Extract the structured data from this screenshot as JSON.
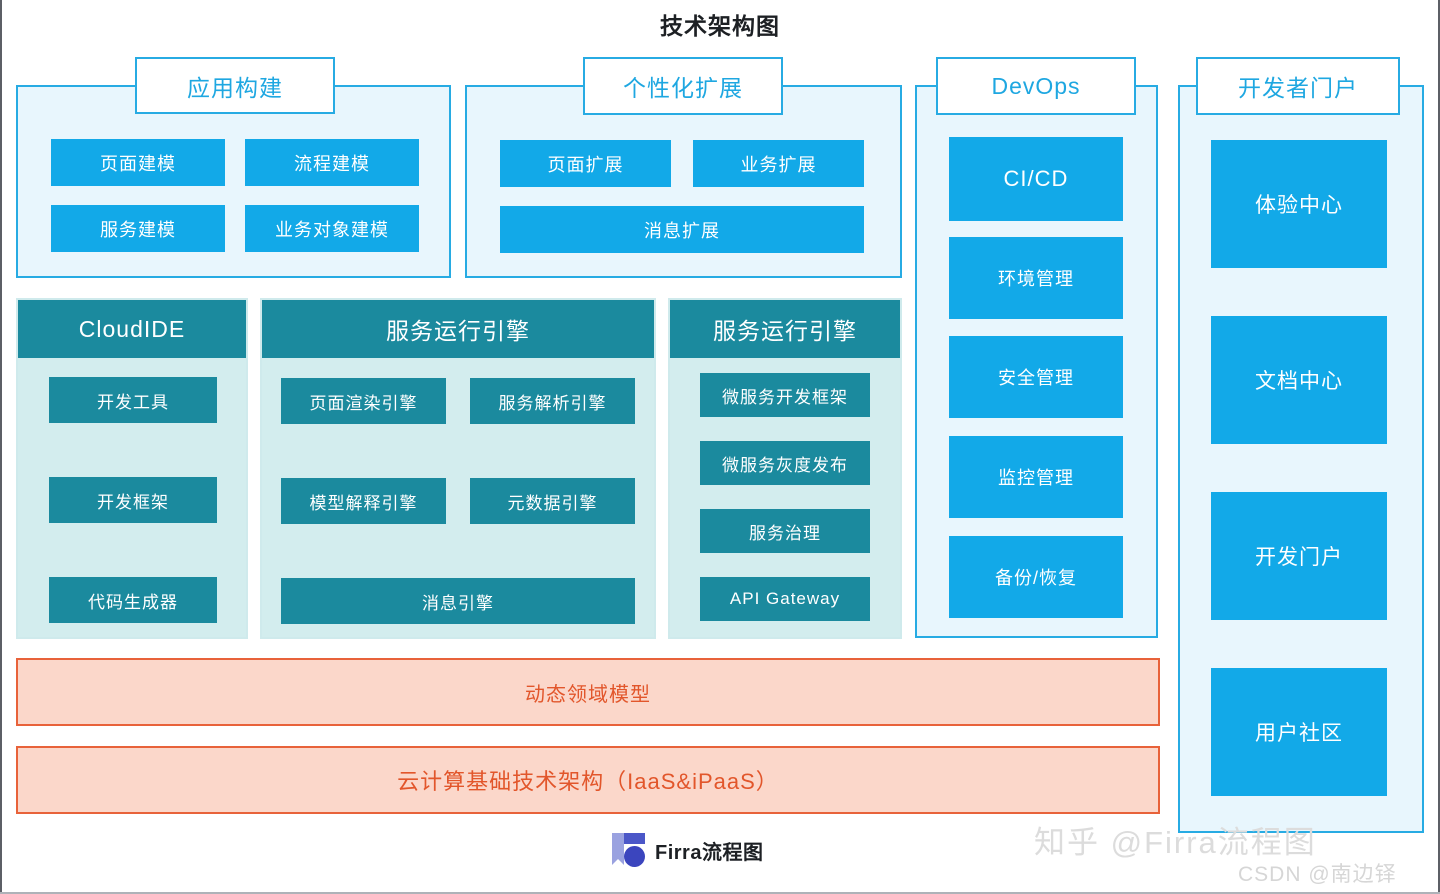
{
  "title": "技术架构图",
  "colors": {
    "blue_tile": "#12A9E8",
    "blue_border": "#27ABE3",
    "blue_panel_fill": "#E8F6FD",
    "teal_tile": "#1B8A9E",
    "teal_panel_fill": "#D3EDEE",
    "orange_fill": "#FBD7CA",
    "orange_border": "#E8623A",
    "orange_text": "#E2562B"
  },
  "panels": {
    "app_build": {
      "title": "应用构建",
      "tiles": [
        "页面建模",
        "流程建模",
        "服务建模",
        "业务对象建模"
      ]
    },
    "personalization": {
      "title": "个性化扩展",
      "tiles": [
        "页面扩展",
        "业务扩展",
        "消息扩展"
      ]
    },
    "devops": {
      "title": "DevOps",
      "tiles": [
        "CI/CD",
        "环境管理",
        "安全管理",
        "监控管理",
        "备份/恢复"
      ]
    },
    "developer_portal": {
      "title": "开发者门户",
      "tiles": [
        "体验中心",
        "文档中心",
        "开发门户",
        "用户社区"
      ]
    },
    "cloudide": {
      "title": "CloudIDE",
      "tiles": [
        "开发工具",
        "开发框架",
        "代码生成器"
      ]
    },
    "service_engine_left": {
      "title": "服务运行引擎",
      "tiles": [
        "页面渲染引擎",
        "服务解析引擎",
        "模型解释引擎",
        "元数据引擎",
        "消息引擎"
      ]
    },
    "service_engine_right": {
      "title": "服务运行引擎",
      "tiles": [
        "微服务开发框架",
        "微服务灰度发布",
        "服务治理",
        "API Gateway"
      ]
    }
  },
  "foundation_bars": [
    "动态领域模型",
    "云计算基础技术架构（IaaS&iPaaS）"
  ],
  "footer": {
    "brand": "Firra流程图",
    "logo_icon": "firra-logo-icon"
  },
  "watermarks": {
    "zhihu": "知乎 @Firra流程图",
    "csdn": "CSDN @南边铎"
  }
}
